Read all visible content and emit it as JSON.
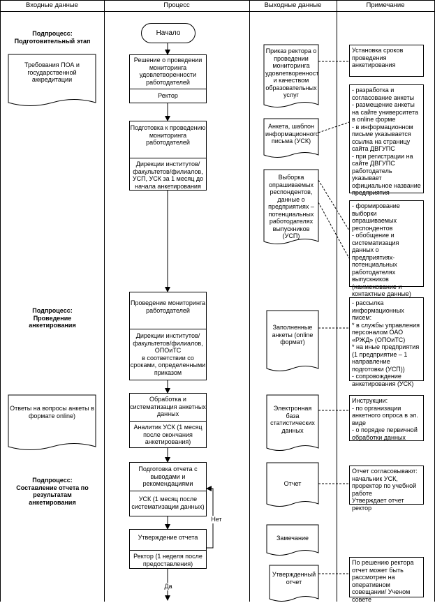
{
  "columns": [
    "Входные данные",
    "Процесс",
    "Выходные данные",
    "Примечание"
  ],
  "subprocesses": [
    "Подпроцесс:\nПодготовительный этап",
    "Подпроцесс:\nПроведение\nанкетирования",
    "Подпроцесс:\nСоставление отчета по\nрезультатам\nанкетирования"
  ],
  "inputs": [
    "Требования ПОА и государственной аккредитации",
    "Ответы на вопросы анкеты в формате online)"
  ],
  "start": "Начало",
  "processes": [
    {
      "title": "Решение о проведении мониторинга удовлетворенности работодателей",
      "actor": "Ректор"
    },
    {
      "title": "Подготовка к проведению мониторинга работодателей",
      "actor": "Дирекции институтов/ факультетов/филиалов, УСП, УСК за 1 месяц до начала анкетирования"
    },
    {
      "title": "Проведение мониторинга работодателей",
      "actor": "Дирекции институтов/ факультетов/филиалов, ОПОиТС\nв соответствии со сроками, определенными приказом"
    },
    {
      "title": "Обработка и систематизация анкетных данных",
      "actor": "Аналитик УСК (1 месяц после окончания анкетирования)"
    },
    {
      "title": "Подготовка отчета с выводами и рекомендациями",
      "actor": "УСК (1 месяц после систематизации данных)"
    },
    {
      "title": "Утверждение отчета",
      "actor": "Ректор (1 неделя после предоставления)"
    }
  ],
  "decision": {
    "no": "Нет",
    "yes": "Да"
  },
  "outputs": [
    "Приказ ректора о проведении мониторинга удовлетворенност и качеством образовательных услуг",
    "Анкета, шаблон информационного письма (УСК)",
    "Выборка опрашиваемых респондентов, данные о предприятиях – потенциальных работодателях выпускников (УСП)",
    "Заполненные анкеты (online формат)",
    "Электронная база статистических данных",
    "Отчет",
    "Замечание",
    "Утвержденный отчет"
  ],
  "notes": [
    "Установка сроков проведения анкетирования",
    "- разработка и согласование анкеты\n- размещение анкеты на сайте университета в online форме\n- в информационном письме указывается ссылка на страницу сайта ДВГУПС\n- при регистрации на сайте ДВГУПС работодатель указывает официальное название предприятия",
    "- формирование выборки опрашиваемых респондентов\n- обобщение и систематизация данных о предприятиях-потенциальных работодателях выпускников (наименование и контактные данные)",
    "- рассылка информационных писем:\n * в службы управления персоналом ОАО «РЖД» (ОПОиТС)\n * на иные предприятия (1 предприятие – 1 направление подготовки (УСП))\n- сопровождение анкетирования (УСК)",
    "Инструкции:\n- по организации анкетного опроса в эл. виде\n- о порядке первичной обработки данных",
    "Отчет согласовывают: начальник УСК, проректор по учебной работе\nУтверждает отчет ректор",
    "По решению ректора отчет может быть рассмотрен на оперативном совещании/ Ученом совете"
  ]
}
